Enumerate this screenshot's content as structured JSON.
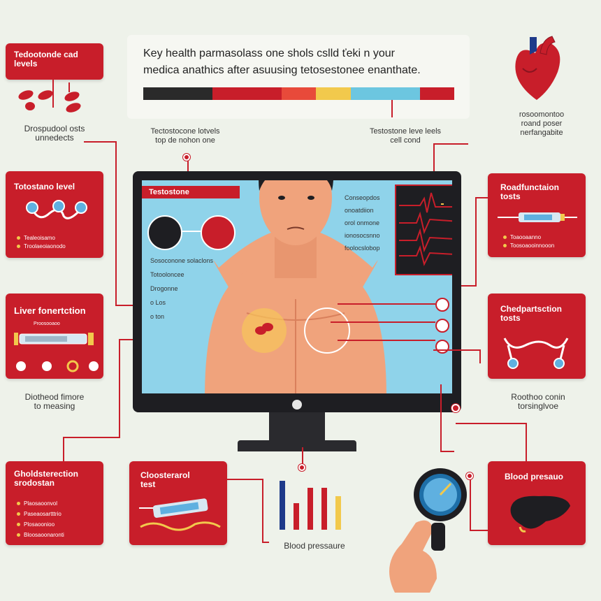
{
  "header": {
    "line1": "Key health parmasolass one shols cslld ťeki n your",
    "line2": "medica  anathics after asuusing tetosestonee enanthate."
  },
  "color_bar": [
    "#2a2a2a",
    "#2a2a2a",
    "#c81e2a",
    "#c81e2a",
    "#e84a3a",
    "#f2c94c",
    "#6cc6e0",
    "#6cc6e0",
    "#c81e2a"
  ],
  "left": {
    "card1": {
      "title": "Tedootonde cad\nlevels"
    },
    "label1": "Drospudool osts\nunnedects",
    "card2": {
      "title": "Totostano level",
      "bullets": [
        "Tealeoisamo",
        "Troolaeoiaonodo"
      ]
    },
    "card3": {
      "title": "Liver fonertction",
      "sub": "Proosooaoo"
    },
    "label2": "Diotheod fimore\nto measing",
    "card4": {
      "title": "Gholdsterection\nsrodostan",
      "bullets": [
        "Plaosaoonvol",
        "Paseaosartttrio",
        "Plosaoonioo",
        "Bloosaoonaronti"
      ]
    }
  },
  "top_labels": {
    "left": "Tectostocone lotvels\ntop de nohon one",
    "right": "Testostone leve leels\ncell cond"
  },
  "right": {
    "label1": "rosoomontoo\nroand poser\nnerfangabite",
    "card1": {
      "title": "Roadfunctaion\ntosts",
      "bullets": [
        "Toaooaanno",
        "Toosoaooinnooon"
      ]
    },
    "card2": {
      "title": "Chedpartsction\ntosts"
    },
    "label2": "Roothoo conin\ntorsinglvoe",
    "card3": {
      "title": "Blood presauo"
    }
  },
  "monitor": {
    "tab": "Testostone",
    "col_left": [
      "Sosoconone solaclons",
      "Totooloncee",
      "Drogonne",
      "o Los",
      "o ton"
    ],
    "col_right": [
      "Conseopdos",
      "onoatdiion",
      "orol onmone",
      "ionosocsnno",
      "foolocslobop"
    ]
  },
  "bottom": {
    "card": {
      "title": "Cloosterarol\ntest"
    },
    "label": "Blood pressaure"
  },
  "colors": {
    "red": "#c81e2a",
    "screen": "#8fd3ea",
    "skin": "#f0a37c",
    "dark": "#1e1e22"
  },
  "icons": [
    "drop-icon",
    "blood-cells-icon",
    "stethoscope-icon",
    "syringe-icon",
    "heart-icon",
    "liver-icon",
    "gauge-icon",
    "ecg-icon",
    "bar-chart-icon"
  ]
}
